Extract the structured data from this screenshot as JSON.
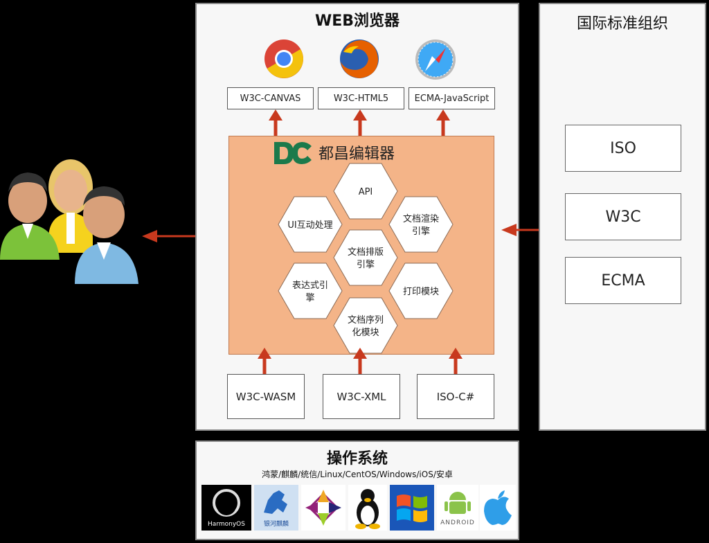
{
  "browser_panel": {
    "title": "WEB浏览器",
    "top_standards": [
      "W3C-CANVAS",
      "W3C-HTML5",
      "ECMA-JavaScript"
    ],
    "browsers": [
      "chrome-icon",
      "firefox-icon",
      "safari-icon"
    ]
  },
  "editor": {
    "logo_text": "DC",
    "title": "都昌编辑器",
    "modules": [
      {
        "lines": [
          "API"
        ]
      },
      {
        "lines": [
          "UI互动处理"
        ]
      },
      {
        "lines": [
          "文档渲染",
          "引擎"
        ]
      },
      {
        "lines": [
          "文档排版",
          "引擎"
        ]
      },
      {
        "lines": [
          "表达式引",
          "擎"
        ]
      },
      {
        "lines": [
          "打印模块"
        ]
      },
      {
        "lines": [
          "文档序列",
          "化模块"
        ]
      }
    ],
    "bottom_standards": [
      "W3C-WASM",
      "W3C-XML",
      "ISO-C#"
    ]
  },
  "std_panel": {
    "title": "国际标准组织",
    "orgs": [
      "ISO",
      "W3C",
      "ECMA"
    ]
  },
  "os_panel": {
    "title": "操作系统",
    "subtitle": "鸿蒙/麒麟/统信/Linux/CentOS/Windows/iOS/安卓",
    "logos": [
      {
        "icon": "harmonyos-logo",
        "label": "HarmonyOS"
      },
      {
        "icon": "kylin-logo",
        "label": "银河麒麟"
      },
      {
        "icon": "centos-logo",
        "label": ""
      },
      {
        "icon": "linux-tux-logo",
        "label": ""
      },
      {
        "icon": "windows-logo",
        "label": ""
      },
      {
        "icon": "android-logo",
        "label": "ANDROID"
      },
      {
        "icon": "apple-logo",
        "label": ""
      }
    ]
  },
  "colors": {
    "arrow": "#c8391e",
    "editor_bg": "#f4b488",
    "editor_border": "#c07a50",
    "hex_fill": "#ffffff"
  }
}
